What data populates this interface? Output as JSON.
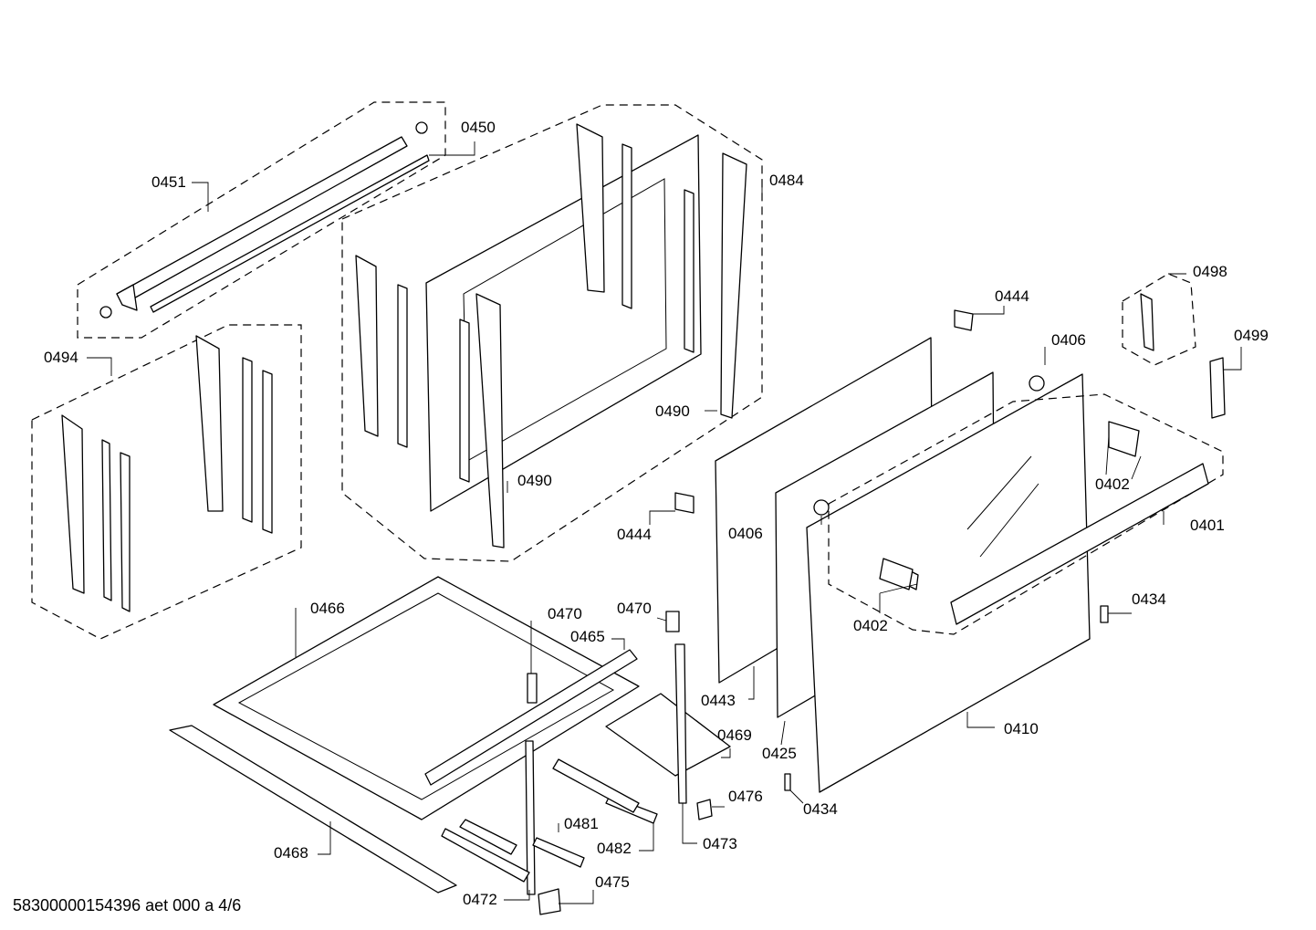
{
  "document_id": "58300000154396 aet 000 a 4/6",
  "callouts": {
    "c0450": "0450",
    "c0451": "0451",
    "c0484": "0484",
    "c0494": "0494",
    "c0490a": "0490",
    "c0490b": "0490",
    "c0444a": "0444",
    "c0444b": "0444",
    "c0498": "0498",
    "c0499": "0499",
    "c0406a": "0406",
    "c0406b": "0406",
    "c0402a": "0402",
    "c0402b": "0402",
    "c0401": "0401",
    "c0434a": "0434",
    "c0434b": "0434",
    "c0443": "0443",
    "c0425": "0425",
    "c0410": "0410",
    "c0466": "0466",
    "c0470a": "0470",
    "c0470b": "0470",
    "c0465": "0465",
    "c0469": "0469",
    "c0476": "0476",
    "c0473": "0473",
    "c0481": "0481",
    "c0482": "0482",
    "c0468": "0468",
    "c0475": "0475",
    "c0472": "0472"
  }
}
